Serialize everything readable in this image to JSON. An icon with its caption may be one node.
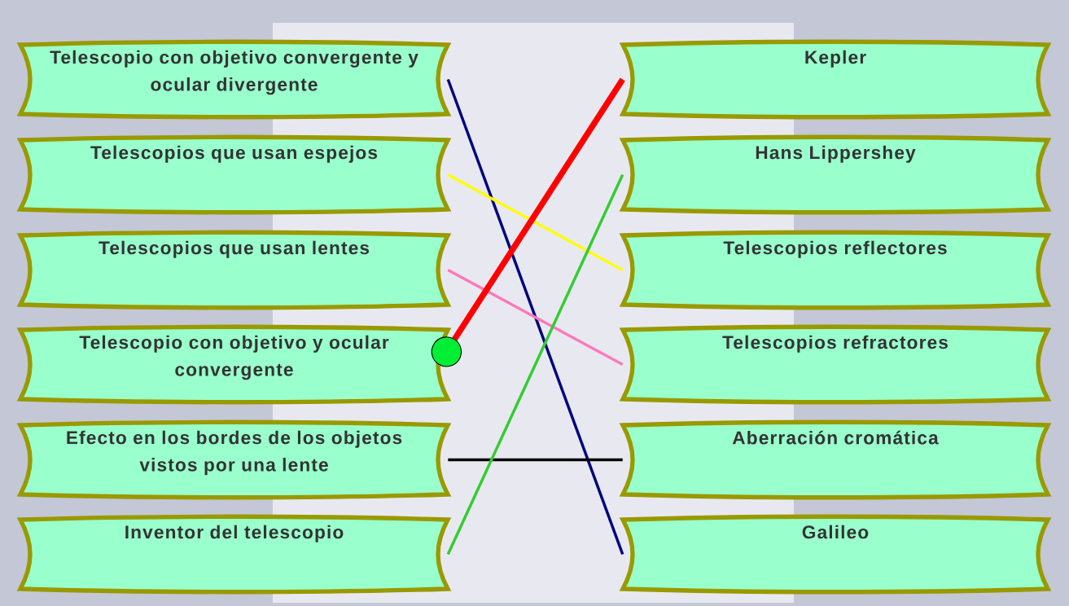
{
  "diagram": {
    "nodes": [
      {
        "text": [
          "Telescopio con objetivo convergente y ocular divergente"
        ]
      },
      {
        "text": [
          "Telescopios que usan espejos"
        ]
      },
      {
        "text": [
          "Telescopios que usan lentes"
        ]
      },
      {
        "text": [
          "Telescopio con objetivo y ocular convergente"
        ]
      },
      {
        "text": [
          "Efecto en los bordes de los objetos vistos por una lente"
        ]
      },
      {
        "text": [
          "Inventor del telescopio"
        ]
      },
      {
        "text": [
          "Kepler"
        ]
      },
      {
        "text": [
          "Hans Lippershey"
        ]
      },
      {
        "text": [
          "Telescopios reflectores"
        ]
      },
      {
        "text": [
          "Telescopios refractores"
        ]
      },
      {
        "text": [
          "Aberración cromática"
        ]
      },
      {
        "text": [
          "Galileo"
        ]
      }
    ],
    "edges": [
      {
        "from": 0,
        "to": 11,
        "arrow": "none",
        "color": "#000080"
      },
      {
        "from": 1,
        "to": 8,
        "arrow": "none",
        "color": "#ffff00"
      },
      {
        "from": 2,
        "to": 9,
        "arrow": "none",
        "color": "#ff77bb"
      },
      {
        "from": 3,
        "to": 6,
        "arrow": "other",
        "color": "#ff0000",
        "style": "thick"
      },
      {
        "from": 4,
        "to": 10,
        "arrow": "none",
        "color": "#000000"
      },
      {
        "from": 5,
        "to": 7,
        "arrow": "none",
        "color": "#33cc33"
      }
    ]
  }
}
